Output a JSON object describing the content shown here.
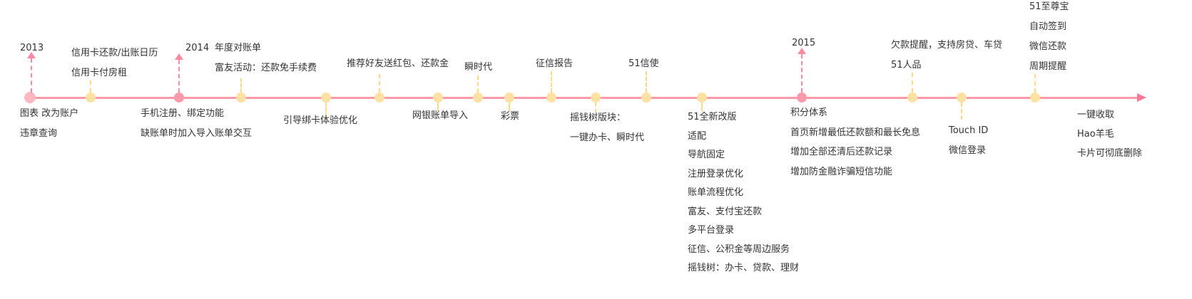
{
  "years": {
    "y2013": "2013",
    "y2014": "2014",
    "y2015": "2015"
  },
  "items": {
    "i2013_below": [
      "图表 改为账户",
      "违章查询"
    ],
    "credit_above": [
      "信用卡还款/出账日历",
      "信用卡付房租"
    ],
    "i2014_below": [
      "手机注册、绑定功能",
      "缺账单时加入导入账单交互"
    ],
    "i2014_above": [
      "年度对账单",
      "富友活动：还款免手续费"
    ],
    "guide_below": [
      "引导绑卡体验优化"
    ],
    "refer_above": [
      "推荐好友送红包、还款金"
    ],
    "bank_below": [
      "网银账单导入"
    ],
    "shun_above": [
      "瞬时代"
    ],
    "lottery_below": [
      "彩票"
    ],
    "credit_report_above": [
      "征信报告"
    ],
    "tree_below": [
      "摇钱树版块：",
      "一键办卡、瞬时代"
    ],
    "xinshi_above": [
      "51信使"
    ],
    "redesign_below": [
      "51全新改版",
      "适配",
      "导航固定",
      "注册登录优化",
      "账单流程优化",
      "富友、支付宝还款",
      "多平台登录",
      "征信、公积金等周边服务",
      "摇钱树：办卡、贷款、理财"
    ],
    "i2015_below": [
      "积分体系",
      "首页新增最低还款额和最长免息",
      "增加全部还清后还款记录",
      "增加防金融诈骗短信功能"
    ],
    "overdue_above": [
      "欠款提醒，支持房贷、车贷",
      "51人品"
    ],
    "touch_below": [
      "Touch ID",
      "微信登录"
    ],
    "vip_above": [
      "51至尊宝",
      "自动签到",
      "微信还款",
      "周期提醒"
    ],
    "end_below": [
      "一键收取",
      "Hao羊毛",
      "卡片可彻底删除"
    ]
  },
  "colors": {
    "axis": "#ff98a8",
    "year_marker": "#ff8aa0",
    "milestone_marker": "#ffd98a"
  }
}
